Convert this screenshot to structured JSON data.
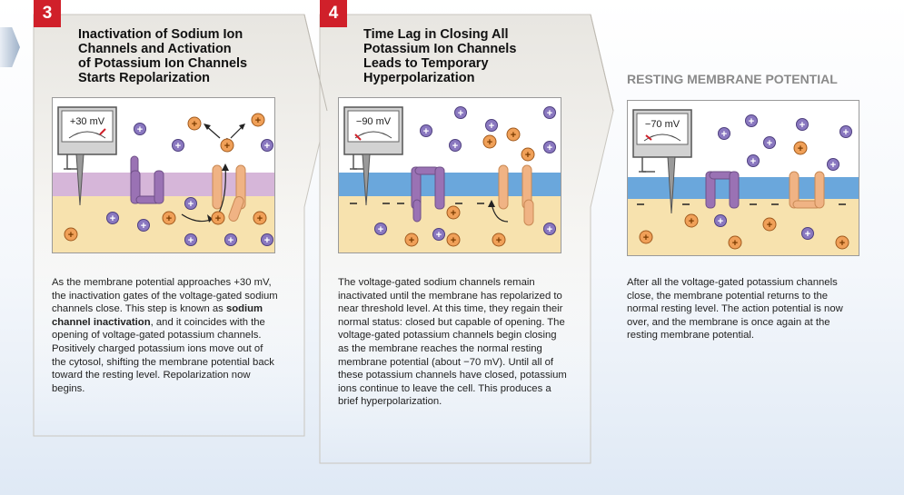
{
  "panels": [
    {
      "step": "3",
      "title_lines": [
        "Inactivation of Sodium Ion",
        "Channels and Activation",
        "of Potassium Ion Channels",
        "Starts Repolarization"
      ],
      "meter": "+30 mV",
      "desc_parts": [
        "As the membrane potential approaches +30 mV, the inactivation gates of the voltage-gated sodium channels close. This step is known as ",
        "sodium channel inactivation",
        ", and it coincides with the opening of voltage-gated potassium channels. Positively charged potassium ions move out of the cytosol, shifting the membrane potential back toward the resting level. Repolarization now begins."
      ]
    },
    {
      "step": "4",
      "title_lines": [
        "Time Lag in Closing All",
        "Potassium Ion Channels",
        "Leads to Temporary",
        "Hyperpolarization"
      ],
      "meter": "−90 mV",
      "desc": "The voltage-gated sodium channels remain inactivated until the membrane has repolarized to near threshold level. At this time, they regain their normal status: closed but capable of opening. The voltage-gated potassium channels begin closing as the membrane reaches the normal resting membrane potential (about −70 mV). Until all of these potassium channels have closed, potassium ions continue to leave the cell. This produces a brief hyperpolarization."
    },
    {
      "title": "RESTING MEMBRANE POTENTIAL",
      "meter": "−70 mV",
      "desc": "After all the voltage-gated potassium channels close, the membrane potential returns to the normal resting level. The action potential is now over, and the membrane is once again at the resting membrane potential."
    }
  ],
  "colors": {
    "badge": "#d0202a",
    "membrane_depolarized": "#d6b6d9",
    "membrane_polarized": "#6aa7dc",
    "cytosol": "#f7e2ae",
    "extracellular": "#ffffff",
    "sodium_ion": "#8a78c0",
    "potassium_ion": "#f0a058",
    "na_channel": "#9a72b4",
    "k_channel": "#f0b384"
  },
  "icons": [
    "sodium-ion-icon",
    "potassium-ion-icon",
    "voltmeter-icon",
    "arrow-icon"
  ]
}
